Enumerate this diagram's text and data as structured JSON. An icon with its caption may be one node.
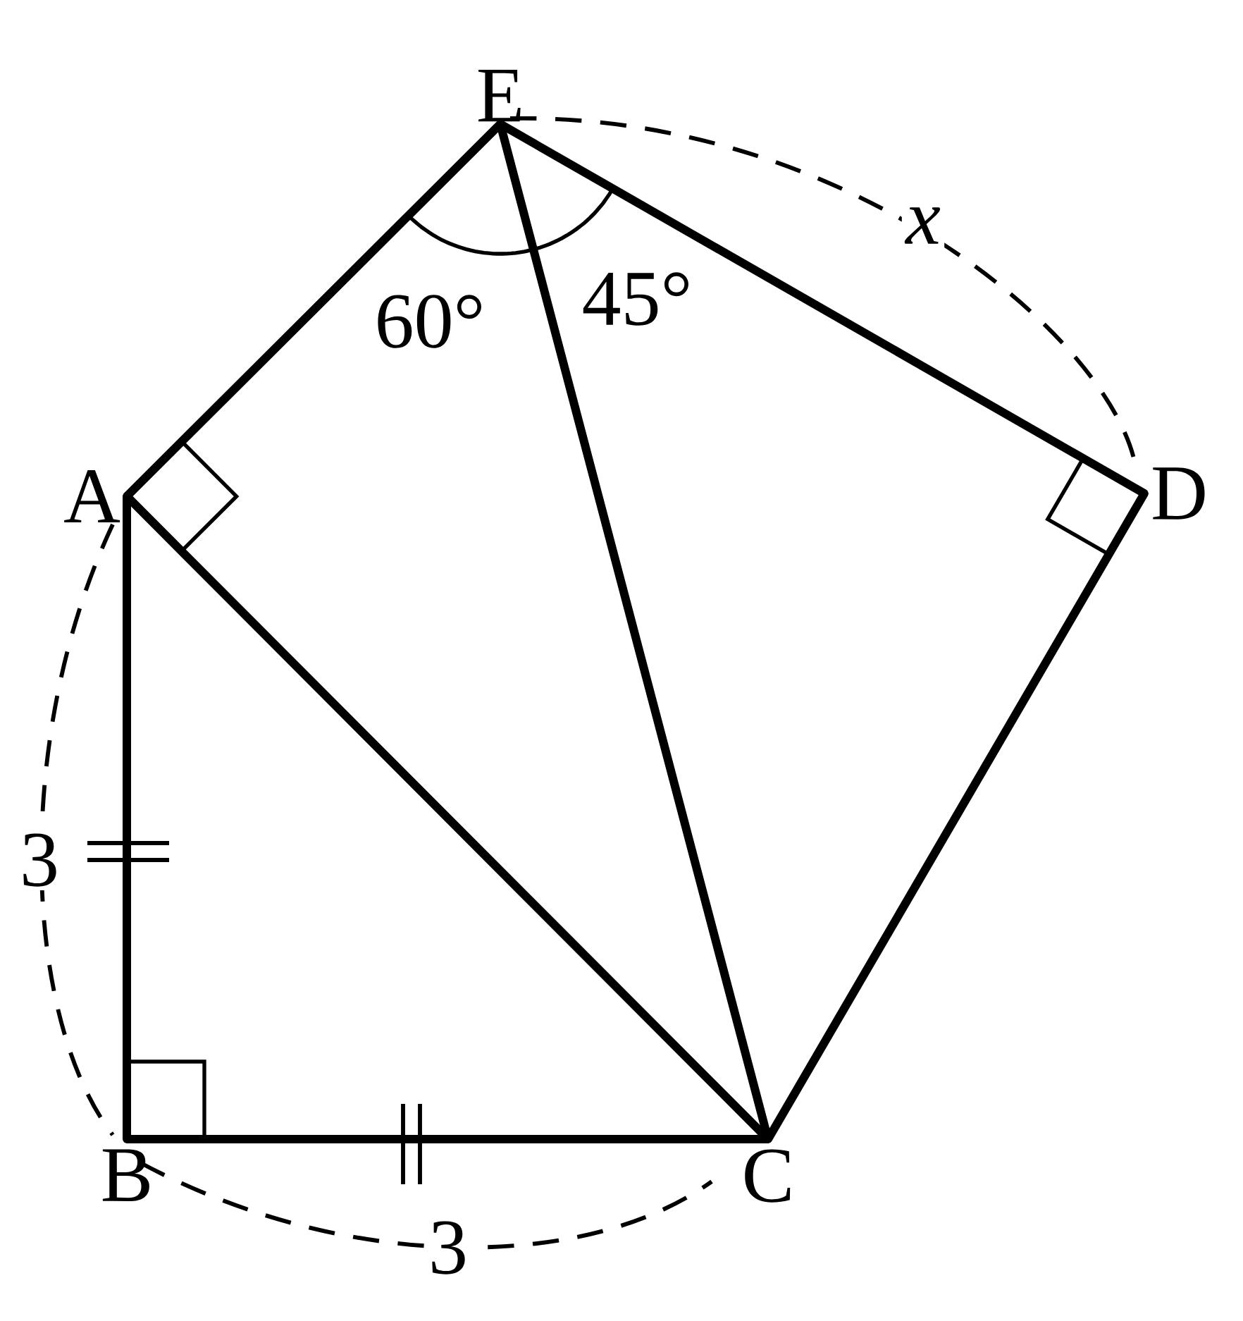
{
  "diagram": {
    "nodes": [
      {
        "text": [
          "E"
        ]
      },
      {
        "text": [
          "A"
        ]
      },
      {
        "text": [
          "D"
        ]
      },
      {
        "text": [
          "B"
        ]
      },
      {
        "text": [
          "C"
        ]
      }
    ],
    "edges": [
      {
        "from": 1,
        "to": 0,
        "arrow": "none"
      },
      {
        "from": 0,
        "to": 2,
        "arrow": "none"
      },
      {
        "from": 0,
        "to": 4,
        "arrow": "none"
      },
      {
        "from": 1,
        "to": 3,
        "arrow": "none"
      },
      {
        "from": 1,
        "to": 4,
        "arrow": "none"
      },
      {
        "from": 3,
        "to": 4,
        "arrow": "none"
      },
      {
        "from": 2,
        "to": 4,
        "arrow": "none"
      }
    ],
    "labels": [
      "x",
      "60°",
      "45°",
      "3",
      "3"
    ]
  }
}
